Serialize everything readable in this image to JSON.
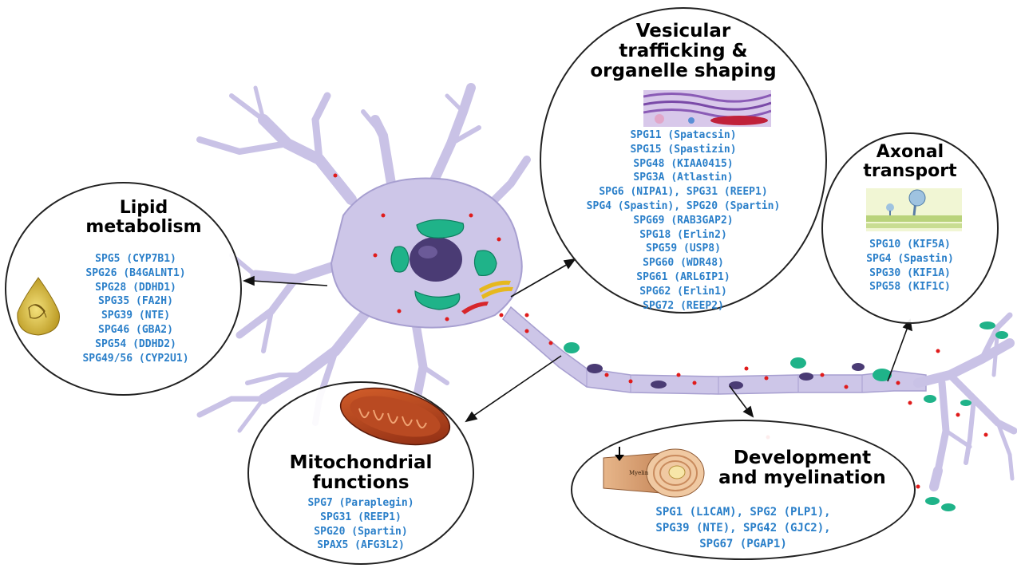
{
  "panels": {
    "vesicular": {
      "title": [
        "Vesicular",
        "trafficking &",
        "organelle shaping"
      ],
      "genes": [
        "SPG11 (Spatacsin)",
        "SPG15 (Spastizin)",
        "SPG48 (KIAA0415)",
        "SPG3A (Atlastin)",
        "SPG6 (NIPA1), SPG31 (REEP1)",
        "SPG4 (Spastin), SPG20 (Spartin)",
        "SPG69 (RAB3GAP2)",
        "SPG18 (Erlin2)",
        "SPG59 (USP8)",
        "SPG60 (WDR48)",
        "SPG61 (ARL6IP1)",
        "SPG62 (Erlin1)",
        "SPG72 (REEP2)"
      ],
      "image_icon": "endoplasmic-reticulum-icon"
    },
    "axonal": {
      "title": [
        "Axonal",
        "transport"
      ],
      "genes": [
        "SPG10 (KIF5A)",
        "SPG4 (Spastin)",
        "SPG30 (KIF1A)",
        "SPG58 (KIF1C)"
      ],
      "image_icon": "microtubule-kinesin-icon"
    },
    "lipid": {
      "title": [
        "Lipid",
        "metabolism"
      ],
      "genes": [
        "SPG5 (CYP7B1)",
        "SPG26 (B4GALNT1)",
        "SPG28 (DDHD1)",
        "SPG35 (FA2H)",
        "SPG39 (NTE)",
        "SPG46 (GBA2)",
        "SPG54 (DDHD2)",
        "SPG49/56 (CYP2U1)"
      ],
      "image_icon": "lipid-droplet-icon"
    },
    "mito": {
      "title": [
        "Mitochondrial",
        "functions"
      ],
      "genes": [
        "SPG7 (Paraplegin)",
        "SPG31 (REEP1)",
        "SPG20 (Spartin)",
        "SPAX5 (AFG3L2)"
      ],
      "image_icon": "mitochondrion-icon"
    },
    "myelin": {
      "title": [
        "Development",
        "and myelination"
      ],
      "genes": [
        "SPG1 (L1CAM), SPG2 (PLP1),",
        "SPG39 (NTE), SPG42 (GJC2),",
        "SPG67 (PGAP1)"
      ],
      "image_icon": "myelin-sheath-icon",
      "image_label": "Myelin"
    }
  },
  "colors": {
    "neuron": "#cdc6e8",
    "neuron_outline": "#a79fd0",
    "nucleus": "#4a3b74",
    "er": "#1fb389",
    "vesicle": "#e01b1b",
    "gene_text": "#2a7fc9"
  }
}
